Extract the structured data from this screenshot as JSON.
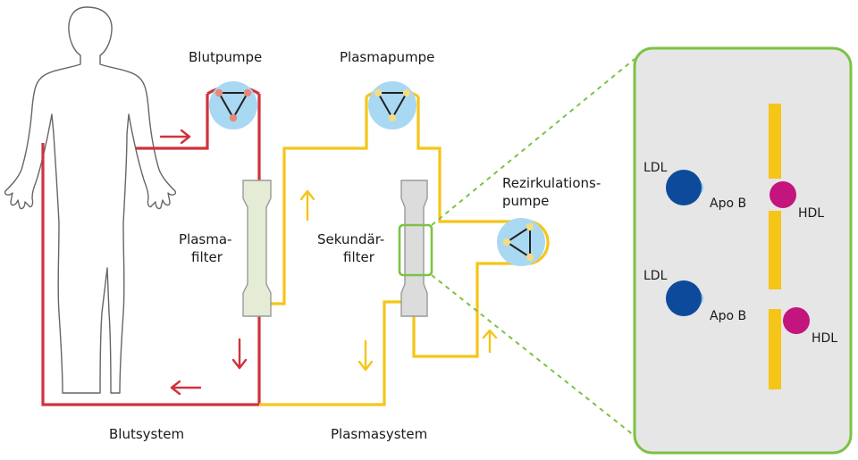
{
  "labels": {
    "blood_pump": "Blutpumpe",
    "plasma_pump": "Plasmapumpe",
    "recirc_line1": "Rezirkulations-",
    "recirc_line2": "pumpe",
    "plasma_filter_line1": "Plasma-",
    "plasma_filter_line2": "filter",
    "secondary_filter_line1": "Sekundär-",
    "secondary_filter_line2": "filter",
    "blood_system": "Blutsystem",
    "plasma_system": "Plasmasystem"
  },
  "zoom_panel": {
    "rows": [
      {
        "ldl": "LDL",
        "apo": "Apo B",
        "hdl": "HDL"
      },
      {
        "ldl": "LDL",
        "apo": "Apo B",
        "hdl": "HDL"
      }
    ]
  },
  "colors": {
    "blood_line": "#d0333c",
    "plasma_line": "#f5c518",
    "panel_border": "#7cc243",
    "panel_fill": "#e6e6e6",
    "ldl": "#0d4a9c",
    "apo": "#8cc9ec",
    "hdl": "#c4157e",
    "pump_fill": "#a9d8f3",
    "filter_green": "#e4ecd6",
    "filter_gray": "#dcdcdc"
  }
}
